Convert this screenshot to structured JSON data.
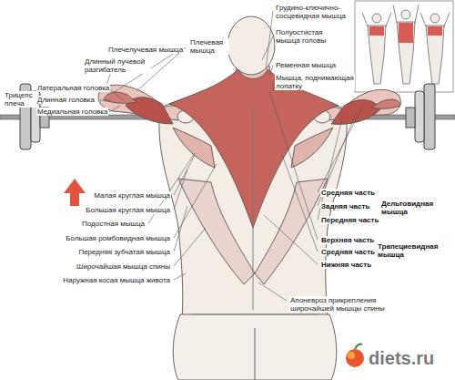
{
  "diagram": {
    "labels": [
      "Грудино-ключично- сосцевидная мышца",
      "Плечевая мышца",
      "Плечелучевая мышца",
      "Длинный лучевой разгибатель",
      "Полуостистая мышца головы",
      "Ременная мышца",
      "Мышца, поднимающая лопатку",
      "Трицепс плеча",
      "Латеральная головка",
      "Длинная головка",
      "Медиальная головка",
      "Малая круглая мышца",
      "Большая круглая мышца",
      "Подостная мышца",
      "Большая ромбовидная мышца",
      "Передняя зубчатая мышца",
      "Широчайшая мышца спины",
      "Наружная косая мышца живота",
      "Средняя часть",
      "Задняя часть",
      "Передняя часть",
      "Дельтовидная мышца",
      "Верхняя часть",
      "Средняя часть",
      "Нижняя часть",
      "Трапециевидная мышца",
      "Апоневроз прикрепления широчайшей мышцы спины",
      "diets.ru"
    ]
  }
}
